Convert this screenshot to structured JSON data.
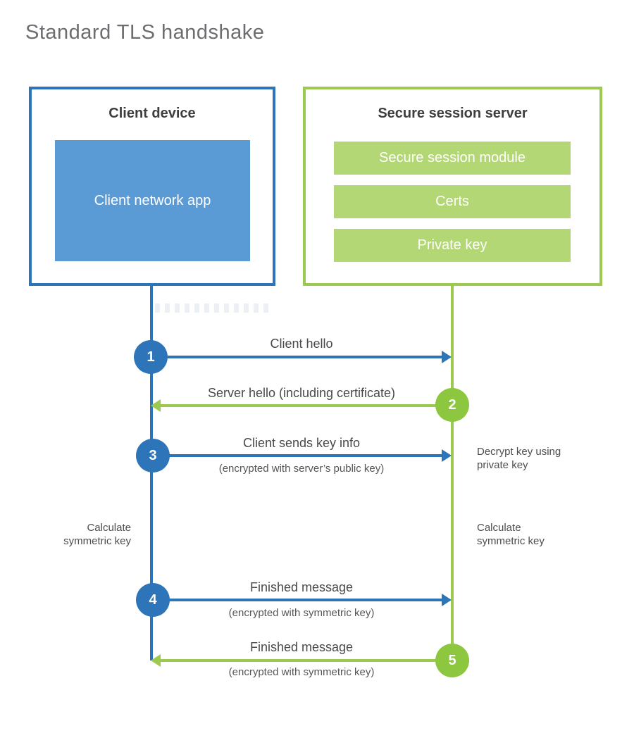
{
  "title": "Standard TLS handshake",
  "client": {
    "title": "Client device",
    "app_label": "Client network app"
  },
  "server": {
    "title": "Secure session server",
    "modules": [
      "Secure session module",
      "Certs",
      "Private key"
    ]
  },
  "steps": [
    {
      "num": "1",
      "from": "client",
      "label": "Client hello",
      "sublabel": ""
    },
    {
      "num": "2",
      "from": "server",
      "label": "Server hello (including certificate)",
      "sublabel": ""
    },
    {
      "num": "3",
      "from": "client",
      "label": "Client sends key info",
      "sublabel": "(encrypted with server’s public key)"
    },
    {
      "num": "4",
      "from": "client",
      "label": "Finished message",
      "sublabel": "(encrypted with symmetric key)"
    },
    {
      "num": "5",
      "from": "server",
      "label": "Finished message",
      "sublabel": "(encrypted with symmetric key)"
    }
  ],
  "notes": {
    "decrypt": "Decrypt key using private key",
    "calculate_left": "Calculate symmetric key",
    "calculate_right": "Calculate symmetric key"
  },
  "colors": {
    "blue": "#2e74b8",
    "blue_fill": "#5b9bd5",
    "green": "#9cc94f",
    "green_circle": "#8dc63f",
    "green_fill": "#b3d775"
  }
}
